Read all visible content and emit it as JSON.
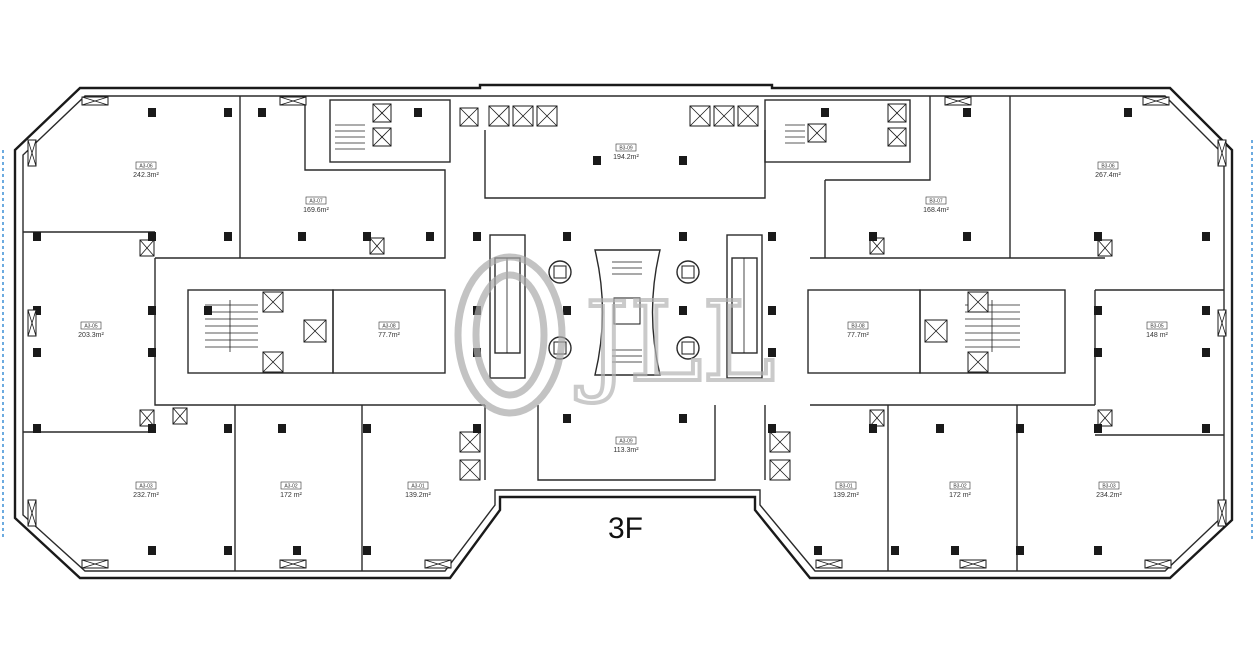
{
  "floor_label": "3F",
  "watermark": "JLL",
  "units": [
    {
      "id": "A3-06",
      "area": "242.3m²"
    },
    {
      "id": "A3-07",
      "area": "169.6m²"
    },
    {
      "id": "B3-09",
      "area": "194.2m²"
    },
    {
      "id": "B3-07",
      "area": "168.4m²"
    },
    {
      "id": "B3-06",
      "area": "267.4m²"
    },
    {
      "id": "A3-05",
      "area": "203.3m²"
    },
    {
      "id": "A3-08",
      "area": "77.7m²"
    },
    {
      "id": "B3-08",
      "area": "77.7m²"
    },
    {
      "id": "B3-05",
      "area": "148 m²"
    },
    {
      "id": "A3-03",
      "area": "232.7m²"
    },
    {
      "id": "A3-02",
      "area": "172 m²"
    },
    {
      "id": "A3-01",
      "area": "139.2m²"
    },
    {
      "id": "A3-09",
      "area": "113.3m²"
    },
    {
      "id": "B3-01",
      "area": "139.2m²"
    },
    {
      "id": "B3-02",
      "area": "172 m²"
    },
    {
      "id": "B3-03",
      "area": "234.2m²"
    }
  ]
}
